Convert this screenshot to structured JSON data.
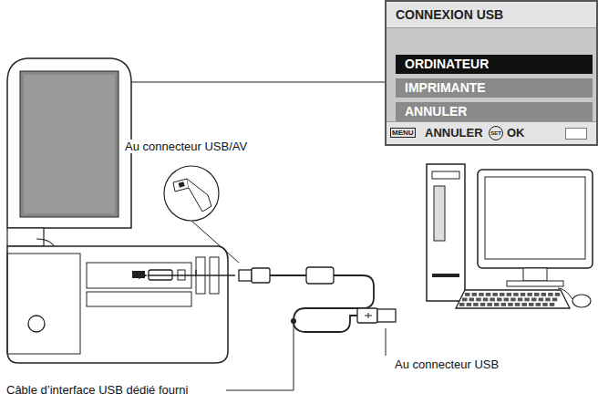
{
  "diagram": {
    "nodes": [
      {
        "text": [
          "CONNEXION USB"
        ]
      },
      {
        "text": [
          "ORDINATEUR"
        ],
        "in": 0
      },
      {
        "text": [
          "IMPRIMANTE"
        ],
        "in": 0
      },
      {
        "text": [
          "ANNULER"
        ],
        "in": 0
      }
    ],
    "labels": [
      "MENU",
      "ANNULER",
      "SET",
      "OK",
      "Au connecteur USB/AV",
      "Au connecteur USB",
      "Câble d’interface USB dédié fourni"
    ]
  }
}
